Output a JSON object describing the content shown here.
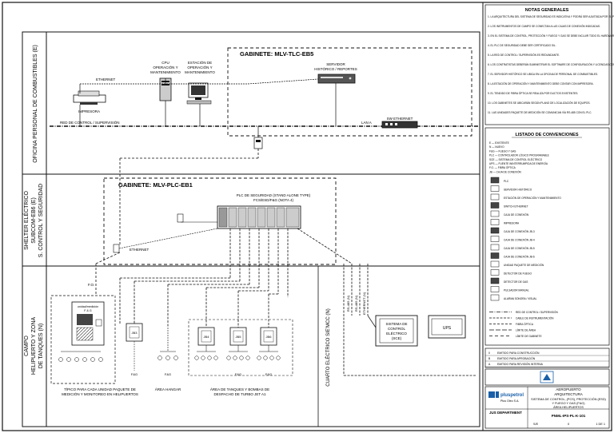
{
  "zones": {
    "top": "OFICINA PERSONAL DE COMBUSTIBLES (E)",
    "middle_lines": [
      "SHELTER ELÉCTRICO",
      "SUBCOM-EB6 (E)",
      "S. CONTROL Y SEGURIDAD"
    ],
    "bottom_lines": [
      "CAMPO",
      "HELIPUERTO Y ZONA",
      "DE TANQUES (N)"
    ],
    "electrical_room": "CUARTO ELÉCTRICO SIE’MCC (N)"
  },
  "cabinets": {
    "top": "GABINETE: MLV-TLC-EB5",
    "middle": "GABINETE: MLV-PLC-EB1"
  },
  "devices": {
    "cpu": [
      "CPU",
      "OPERACIÓN Y",
      "MANTENIMIENTO"
    ],
    "station": [
      "ESTACIÓN DE",
      "OPERACIÓN Y",
      "MANTENIMIENTO"
    ],
    "printer": "IMPRESORA",
    "server": [
      "SERVIDOR",
      "HISTÓRICO / REPORTES"
    ],
    "switch": "SW ETHERNET",
    "plc": [
      "PLC DE SEGURIDAD (STAND ALONE TYPE)",
      "FCS/ESD/F&G (NOTA 4)"
    ],
    "control_system": [
      "SISTEMA DE",
      "CONTROL",
      "ELÉCTRICO",
      "(SCE)"
    ],
    "ups": "UPS",
    "field_panel": [
      "unidad/medición",
      "F & G"
    ],
    "jb": [
      "JB3",
      "JB4",
      "JB5",
      "JB6"
    ]
  },
  "lines": {
    "ethernet": "ETHERNET",
    "control_net": "RED DE CONTROL / SUPERVISIÓN",
    "lan": "LAN A",
    "ethernet2": "ETHERNET",
    "fo": "F.O.",
    "vertical_labels": [
      "RS-485 (N)",
      "RS-485 (N)",
      "ETHERNET (N)"
    ]
  },
  "field_labels": {
    "fg": [
      "F&G",
      "F&G",
      "F&G",
      "F&G"
    ],
    "unit_caption": [
      "TÍPICO PARA CADA UNIDAD PAQUETE DE",
      "MEDICIÓN Y MONITOREO EN HELIPUERTOS"
    ],
    "hangar": "ÁREA HANGAR",
    "tanks_caption": [
      "ÁREA DE TANQUES Y BOMBAS DE",
      "DESPACHO DE TURBO JET A1"
    ]
  },
  "notes": {
    "title": "NOTAS GENERALES",
    "items": [
      "1. LA ARQUITECTURA DEL SISTEMA DE SEGURIDAD ES INDICATIVA Y PODRÁ SER AJUSTADA POR EL PROVEEDOR DE ACUERDO A SU TECNOLOGÍA.",
      "2. LOS INSTRUMENTOS DE CAMPO SE CONECTAN A LAS CAJAS DE CONEXIÓN INDICADAS.",
      "3. EN EL SISTEMA DE CONTROL, PROTECCIÓN Y FUEGO Y GAS SE DEBE INCLUIR TODO EL HARDWARE Y SOFTWARE NECESARIO PARA SU OPERACIÓN.",
      "4. EL PLC DE SEGURIDAD DEBE SER CERTIFICADO SIL.",
      "5. LA RED DE CONTROL / SUPERVISIÓN ES REDUNDANTE.",
      "6. LOS CONTRATISTAS DEBERÁN SUMINISTRAR EL SOFTWARE DE CONFIGURACIÓN Y LICENCIAS CORRESPONDIENTES.",
      "7. EL SERVIDOR HISTÓRICO SE UBICA EN LA OFICINA DE PERSONAL DE COMBUSTIBLES.",
      "8. LA ESTACIÓN DE OPERACIÓN Y MANTENIMIENTO DEBE CONTAR CON IMPRESORA.",
      "9. EL TENDIDO DE FIBRA ÓPTICA SE REALIZA POR DUCTOS EXISTENTES.",
      "10. LOS GABINETES SE UBICARÁN SEGÚN PLANO DE LOCALIZACIÓN DE EQUIPOS.",
      "11. LAS UNIDADES PAQUETE DE MEDICIÓN SE COMUNICAN VÍA RS-485 CON EL PLC."
    ]
  },
  "legend": {
    "title": "LISTADO DE CONVENCIONES",
    "abbreviations": [
      "E — EXISTENTE",
      "N — NUEVO",
      "F&G — FUEGO Y GAS",
      "PLC — CONTROLADOR LÓGICO PROGRAMABLE",
      "SCE — SISTEMA DE CONTROL ELÉCTRICO",
      "UPS — FUENTE ININTERRUMPIDA DE ENERGÍA",
      "F.O. — FIBRA ÓPTICA",
      "JB — CAJA DE CONEXIÓN"
    ],
    "symbols": [
      "PLC",
      "SERVIDOR HISTÓRICO",
      "ESTACIÓN DE OPERACIÓN Y MANTENIMIENTO",
      "SWITCH ETHERNET",
      "CAJA DE CONEXIÓN",
      "IMPRESORA",
      "CAJA DE CONEXIÓN JB-3",
      "CAJA DE CONEXIÓN JB-4",
      "CAJA DE CONEXIÓN JB-5",
      "CAJA DE CONEXIÓN JB-6",
      "UNIDAD PAQUETE DE MEDICIÓN",
      "DETECTOR DE FUEGO",
      "DETECTOR DE GAS",
      "PULSADOR MANUAL",
      "ALARMA SONORA / VISUAL"
    ],
    "line_types": [
      "RED DE CONTROL / SUPERVISIÓN",
      "CABLE DE INSTRUMENTACIÓN",
      "FIBRA ÓPTICA",
      "LÍMITE DE ÁREA",
      "LÍMITE DE GABINETE"
    ]
  },
  "revisions": {
    "rows": [
      [
        "0",
        "EMITIDO PARA CONSTRUCCIÓN"
      ],
      [
        "B",
        "EMITIDO PARA APROBACIÓN"
      ],
      [
        "A",
        "EMITIDO PARA REVISIÓN INTERNA"
      ]
    ]
  },
  "title_block": {
    "company": "pluspetrol",
    "company_sub": "Plus Oleo S.A.",
    "client": "AEROPUERTO",
    "title_lines": [
      "ARQUITECTURA",
      "SISTEMA DE CONTROL, (PCS), PROTECCIÓN (ESD)",
      "Y FUEGO Y GAS (F&G)",
      "ÁREA HELIPUERTOS"
    ],
    "project": "JUS DEPARTMENT",
    "doc_number": "PNML-IPS-PL-K-101",
    "rev": "0",
    "scale": "S/E",
    "sheet": "1 DE 1"
  },
  "colors": {
    "line": "#111111",
    "accent_blue": "#1a5fa8"
  }
}
